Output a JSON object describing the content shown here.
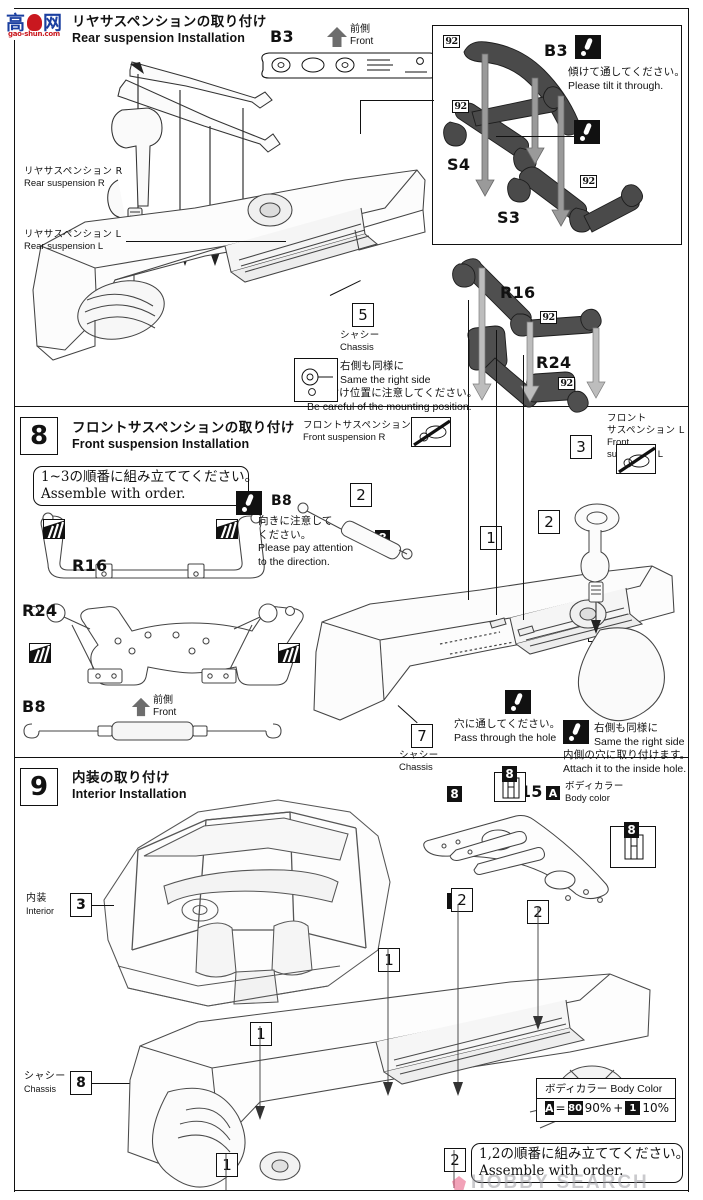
{
  "sheet": {
    "watermark_logo": {
      "left_char": "高",
      "mid": "logo-mark",
      "right_char": "网",
      "url": "gao-shun.com"
    },
    "bottom_watermark": "HOBBY SEARCH"
  },
  "steps": [
    {
      "number": "",
      "title_jp": "リヤサスペンションの取り付け",
      "title_en": "Rear suspension Installation"
    },
    {
      "number": "8",
      "title_jp": "フロントサスペンションの取り付け",
      "title_en": "Front suspension Installation"
    },
    {
      "number": "9",
      "title_jp": "内装の取り付け",
      "title_en": "Interior Installation"
    }
  ],
  "step7": {
    "front_arrow": {
      "jp": "前側",
      "en": "Front"
    },
    "part_b3": "B3",
    "labels": [
      {
        "jp": "リヤサスペンション R",
        "en": "Rear suspension R"
      },
      {
        "jp": "リヤサスペンション L",
        "en": "Rear suspension L"
      }
    ],
    "chassis": {
      "num": "5",
      "jp": "シャシー",
      "en": "Chassis"
    },
    "notes": [
      {
        "jp": "右側も同様に",
        "en": "Same the right side"
      },
      {
        "jp": "取り付け位置に注意してください。",
        "en": "Be careful of the mounting position."
      }
    ],
    "inset": {
      "parts": [
        "B3",
        "S4",
        "S3"
      ],
      "cement_chips": [
        "92",
        "92",
        "92"
      ],
      "note": {
        "jp": "傾けて通してください。",
        "en": "Please tilt it through."
      }
    }
  },
  "step8": {
    "order_note": {
      "jp": "1~3の順番に組み立ててください。",
      "en": "Assemble with order."
    },
    "sprue_parts": [
      {
        "name": "R16"
      },
      {
        "name": "R24"
      },
      {
        "name": "B8"
      }
    ],
    "front_arrow": {
      "jp": "前側",
      "en": "Front"
    },
    "parts_upper": [
      {
        "name": "R16",
        "chip": "92"
      },
      {
        "name": "R24",
        "chip": "92"
      }
    ],
    "labels": [
      {
        "jp": "フロントサスペンション R",
        "en": "Front suspension R"
      },
      {
        "jp": "フロント\nサスペンション L",
        "en": "Front\nsuspension L"
      }
    ],
    "b8_note": {
      "part": "B8",
      "jp": "向きに注意して\nください。",
      "en": "Please pay attention\nto the direction."
    },
    "steps_circled": [
      "1",
      "2",
      "3"
    ],
    "chassis": {
      "num": "7",
      "jp": "シャシー",
      "en": "Chassis"
    },
    "notes": [
      {
        "jp": "穴に通してください。",
        "en": "Pass through the hole"
      },
      {
        "jp": "右側も同様に",
        "en": "Same the right side"
      },
      {
        "jp": "内側の穴に取り付けます。",
        "en": "Attach it to the inside hole."
      }
    ],
    "chip_eight": "8"
  },
  "step9": {
    "interior": {
      "jp": "内装",
      "en": "Interior",
      "num": "3"
    },
    "chassis": {
      "jp": "シャシー",
      "en": "Chassis",
      "num": "8"
    },
    "part_s15": "S15",
    "body_color_tag": {
      "badge": "A",
      "jp": "ボディカラー",
      "en": "Body color"
    },
    "chips": [
      "8",
      "8",
      "8",
      "8"
    ],
    "steps_circled": [
      "1",
      "1",
      "1",
      "2",
      "2",
      "2"
    ],
    "order_note": {
      "jp": "1,2の順番に組み立ててください。",
      "en": "Assemble with order."
    },
    "body_color_legend": {
      "title_jp": "ボディカラー",
      "title_en": "Body Color",
      "badge": "A",
      "equals": "=",
      "paint1_code": "80",
      "paint1_pct": "90%",
      "plus": "+",
      "paint2_code": "1",
      "paint2_pct": "10%"
    }
  },
  "colors": {
    "ink": "#111111",
    "part_fill": "#5a5a5a",
    "line_light": "#8a8a8a",
    "watermark_pink": "#e8577f",
    "logo_blue": "#1a3fa0",
    "logo_red": "#c9181f"
  }
}
